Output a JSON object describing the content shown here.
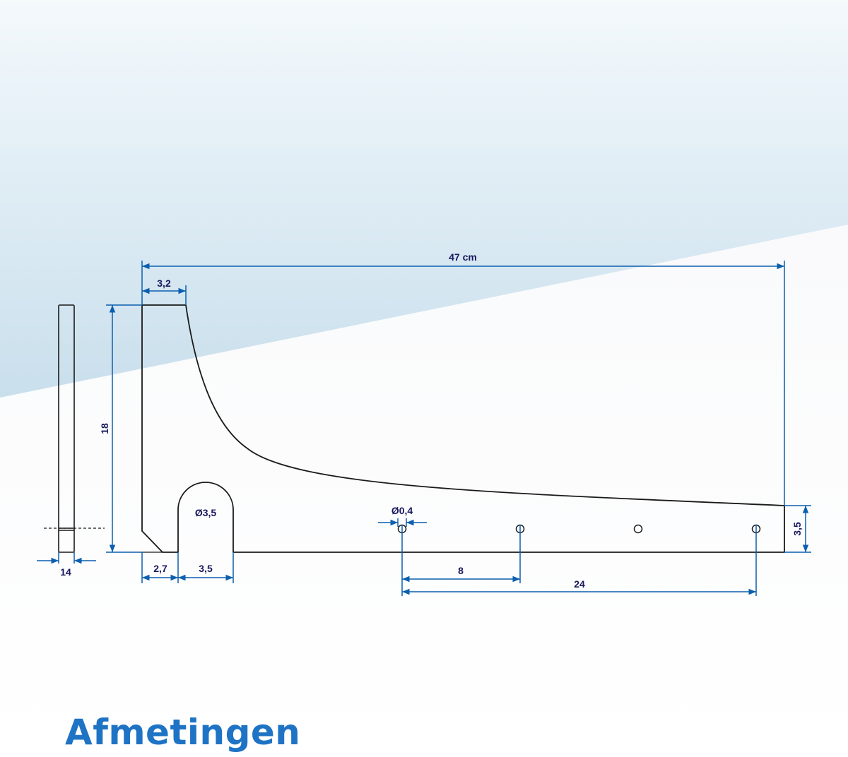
{
  "caption": "Afmetingen",
  "colors": {
    "dimension_line": "#0b5fae",
    "dimension_text": "#17185e",
    "outline": "#1a1a1a",
    "caption": "#1f73c4",
    "background_top": "#cfe2ee",
    "background_bottom": "#ffffff"
  },
  "dimensions": {
    "total_length": "47 cm",
    "top_width": "3,2",
    "height": "18",
    "hole_large": "Ø3,5",
    "hole_small": "Ø0,4",
    "foot_left": "2,7",
    "slot_width": "3,5",
    "tip_height": "3,5",
    "hole_spacing": "8",
    "hole_span": "24",
    "thickness": "14"
  }
}
